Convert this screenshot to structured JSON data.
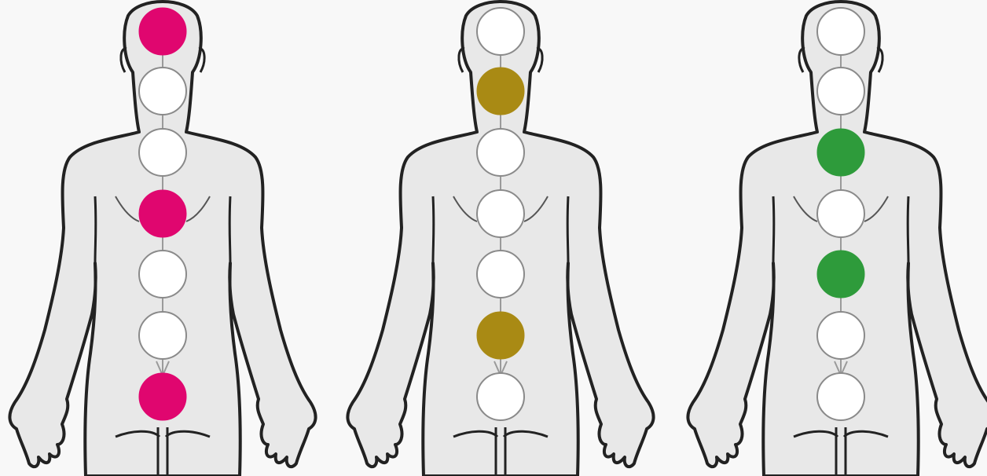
{
  "colors": {
    "background": "#f8f8f8",
    "body_fill": "#e8e8e8",
    "outline": "#222222",
    "node_empty": "#ffffff",
    "node_stroke": "#8a8a8a"
  },
  "figures": [
    {
      "id": "figure-left",
      "highlight_color": "#e0066f",
      "nodes": [
        true,
        false,
        false,
        true,
        false,
        false,
        true
      ]
    },
    {
      "id": "figure-middle",
      "highlight_color": "#a98a14",
      "nodes": [
        false,
        true,
        false,
        false,
        false,
        true,
        false
      ]
    },
    {
      "id": "figure-right",
      "highlight_color": "#2e9b3b",
      "nodes": [
        false,
        false,
        true,
        false,
        true,
        false,
        false
      ]
    }
  ]
}
